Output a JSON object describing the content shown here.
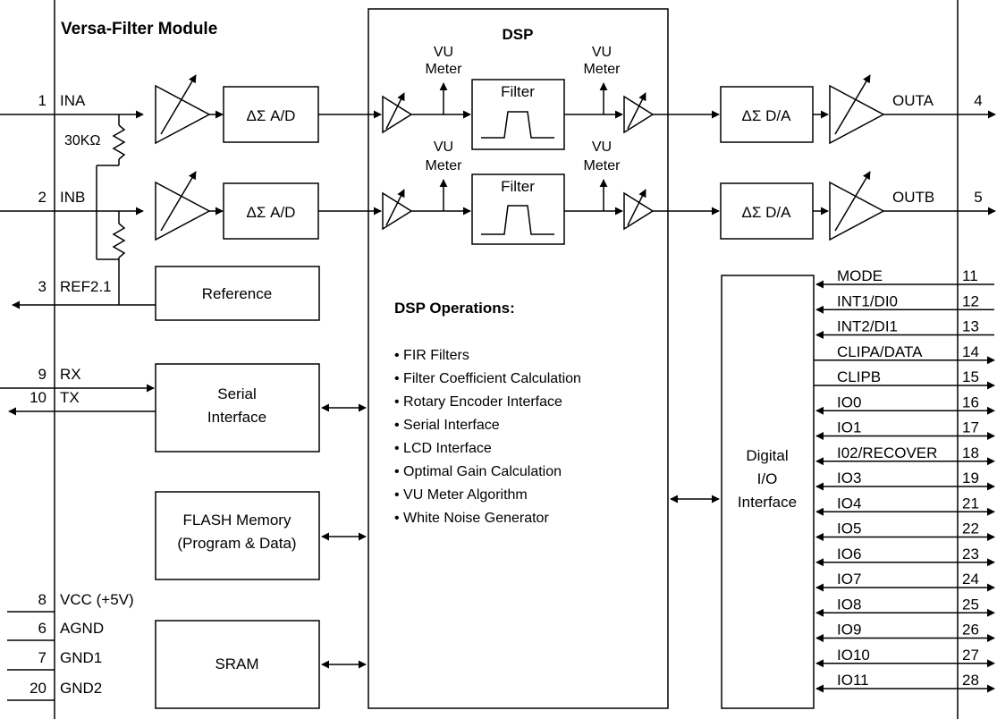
{
  "module_title": "Versa-Filter Module",
  "dsp": {
    "title": "DSP",
    "vu_meter": [
      "VU",
      "Meter"
    ],
    "filter_label": "Filter",
    "ops_title": "DSP Operations:",
    "ops": [
      "FIR Filters",
      "Filter Coefficient Calculation",
      "Rotary Encoder Interface",
      "Serial Interface",
      "LCD Interface",
      "Optimal Gain Calculation",
      "VU Meter Algorithm",
      "White Noise Generator"
    ]
  },
  "blocks": {
    "adc": "ΔΣ A/D",
    "dac": "ΔΣ D/A",
    "reference": "Reference",
    "serial": [
      "Serial",
      "Interface"
    ],
    "flash": [
      "FLASH Memory",
      "(Program & Data)"
    ],
    "sram": "SRAM",
    "dio": [
      "Digital",
      "I/O",
      "Interface"
    ]
  },
  "resistor_label": "30KΩ",
  "left_pins": [
    {
      "num": "1",
      "name": "INA"
    },
    {
      "num": "2",
      "name": "INB"
    },
    {
      "num": "3",
      "name": "REF2.1"
    },
    {
      "num": "9",
      "name": "RX"
    },
    {
      "num": "10",
      "name": "TX"
    },
    {
      "num": "8",
      "name": "VCC (+5V)"
    },
    {
      "num": "6",
      "name": "AGND"
    },
    {
      "num": "7",
      "name": "GND1"
    },
    {
      "num": "20",
      "name": "GND2"
    }
  ],
  "output_pins": [
    {
      "num": "4",
      "name": "OUTA"
    },
    {
      "num": "5",
      "name": "OUTB"
    }
  ],
  "io_pins": [
    {
      "num": "11",
      "name": "MODE"
    },
    {
      "num": "12",
      "name": "INT1/DI0"
    },
    {
      "num": "13",
      "name": "INT2/DI1"
    },
    {
      "num": "14",
      "name": "CLIPA/DATA"
    },
    {
      "num": "15",
      "name": "CLIPB"
    },
    {
      "num": "16",
      "name": "IO0"
    },
    {
      "num": "17",
      "name": "IO1"
    },
    {
      "num": "18",
      "name": "I02/RECOVER"
    },
    {
      "num": "19",
      "name": "IO3"
    },
    {
      "num": "21",
      "name": "IO4"
    },
    {
      "num": "22",
      "name": "IO5"
    },
    {
      "num": "23",
      "name": "IO6"
    },
    {
      "num": "24",
      "name": "IO7"
    },
    {
      "num": "25",
      "name": "IO8"
    },
    {
      "num": "26",
      "name": "IO9"
    },
    {
      "num": "27",
      "name": "IO10"
    },
    {
      "num": "28",
      "name": "IO11"
    }
  ]
}
